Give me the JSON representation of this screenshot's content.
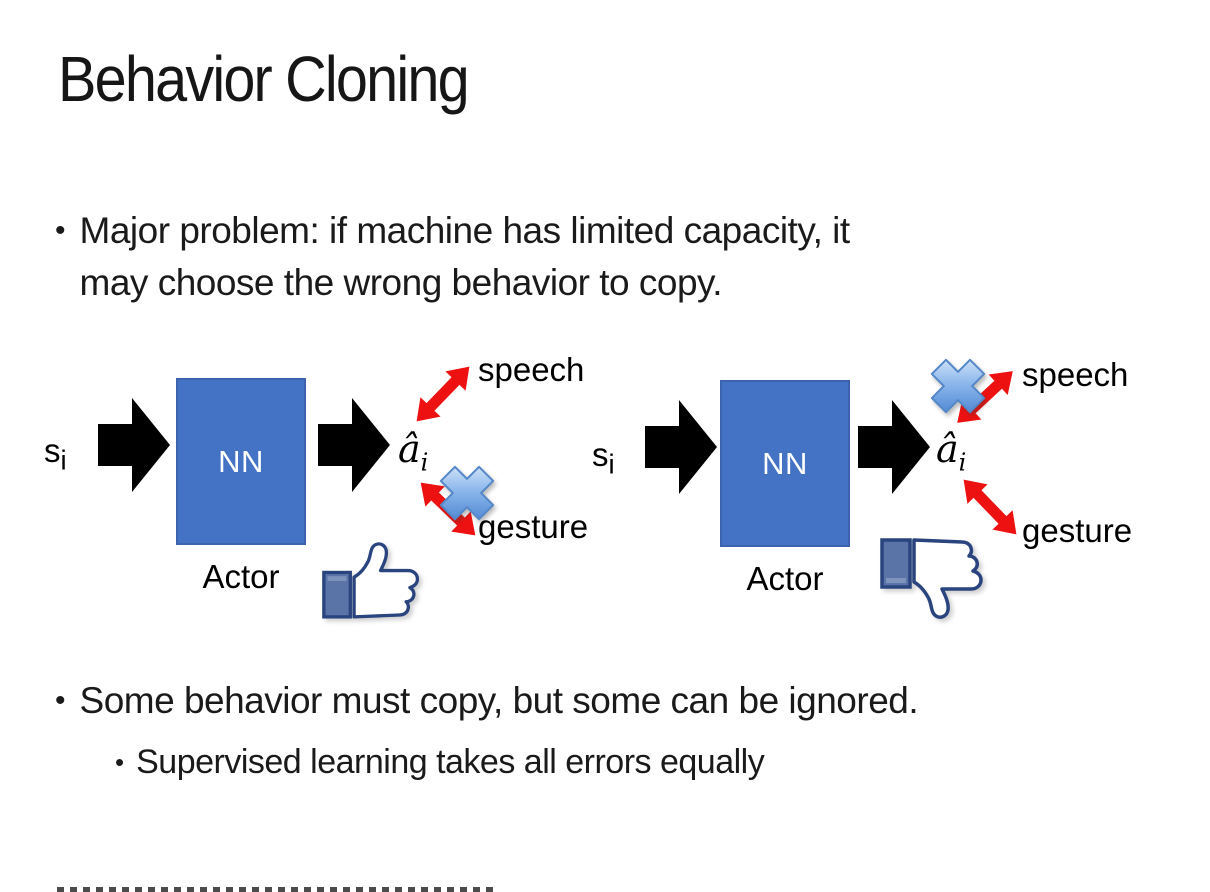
{
  "slide": {
    "title": "Behavior Cloning",
    "bullet_char": "•",
    "bullets": {
      "main1": "Major problem: if machine has limited capacity, it\nmay choose the wrong behavior to copy.",
      "main2": "Some behavior must copy, but some can be ignored.",
      "sub1": "Supervised learning takes all errors equally"
    },
    "diagram": {
      "input_label": "s",
      "input_sub": "i",
      "nn_label": "NN",
      "actor_label": "Actor",
      "output_label": "â",
      "output_sub": "i",
      "speech_label": "speech",
      "gesture_label": "gesture",
      "left_example": {
        "feedback_icon": "thumbs-up-icon",
        "crossed_out_action": "gesture"
      },
      "right_example": {
        "feedback_icon": "thumbs-down-icon",
        "crossed_out_action": "speech"
      }
    },
    "colors": {
      "nn_box_fill": "#4472C4",
      "nn_box_border": "#3C63AD",
      "block_arrow": "#000000",
      "double_arrow_red": "#ED1111",
      "cross_blue": "#4C86D6",
      "thumb_outline": "#29447E",
      "thumb_cuff": "#5B74A8",
      "text": "#1A1A1A"
    }
  }
}
